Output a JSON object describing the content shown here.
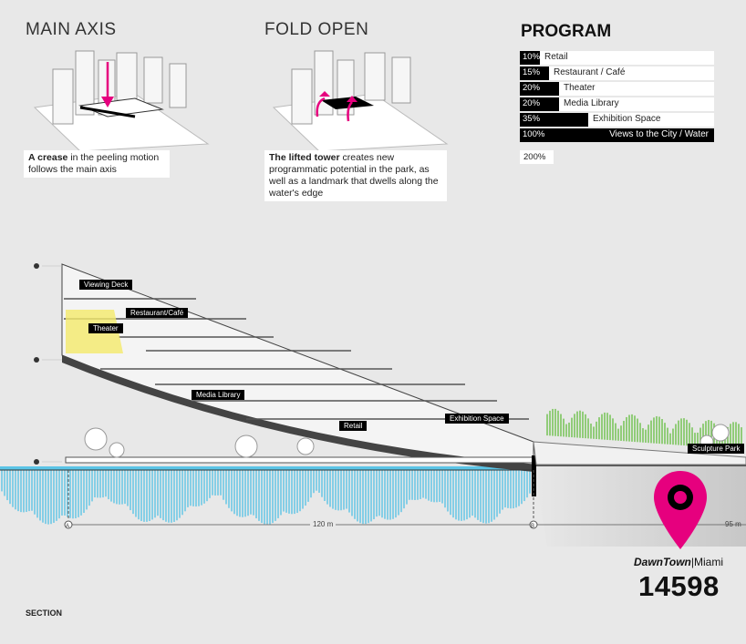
{
  "diagrams": [
    {
      "title": "MAIN AXIS",
      "caption_bold": "A crease",
      "caption_rest": " in the peeling motion follows the main axis"
    },
    {
      "title": "FOLD OPEN",
      "caption_bold": "The lifted tower",
      "caption_rest": " creates new programmatic potential in the park, as well as a landmark that dwells along the water's edge"
    }
  ],
  "program": {
    "title": "PROGRAM",
    "rows": [
      {
        "pct": "10%",
        "label": "Retail",
        "fraction": 0.1
      },
      {
        "pct": "15%",
        "label": "Restaurant / Café",
        "fraction": 0.15
      },
      {
        "pct": "20%",
        "label": "Theater",
        "fraction": 0.2
      },
      {
        "pct": "20%",
        "label": "Media Library",
        "fraction": 0.2
      },
      {
        "pct": "35%",
        "label": "Exhibition Space",
        "fraction": 0.35
      },
      {
        "pct": "100%",
        "label": "Views to the City / Water",
        "fraction": 1.0
      }
    ],
    "extra": "200%"
  },
  "section": {
    "labels": {
      "viewing_deck": "Viewing Deck",
      "restaurant": "Restaurant/Café",
      "theater": "Theater",
      "media_library": "Media Library",
      "retail": "Retail",
      "exhibition": "Exhibition Space",
      "sculpture_park": "Sculpture Park"
    },
    "grid_a": "A",
    "grid_b": "B",
    "dim_1": "120 m",
    "dim_2": "95 m",
    "footer": "SECTION"
  },
  "brand": {
    "name": "DawnTown",
    "city": "Miami",
    "code": "14598"
  },
  "colors": {
    "accent": "#e6007e",
    "water": "#5bc4e6",
    "green": "#6cc04a",
    "theater_yellow": "#f4ea6a"
  }
}
